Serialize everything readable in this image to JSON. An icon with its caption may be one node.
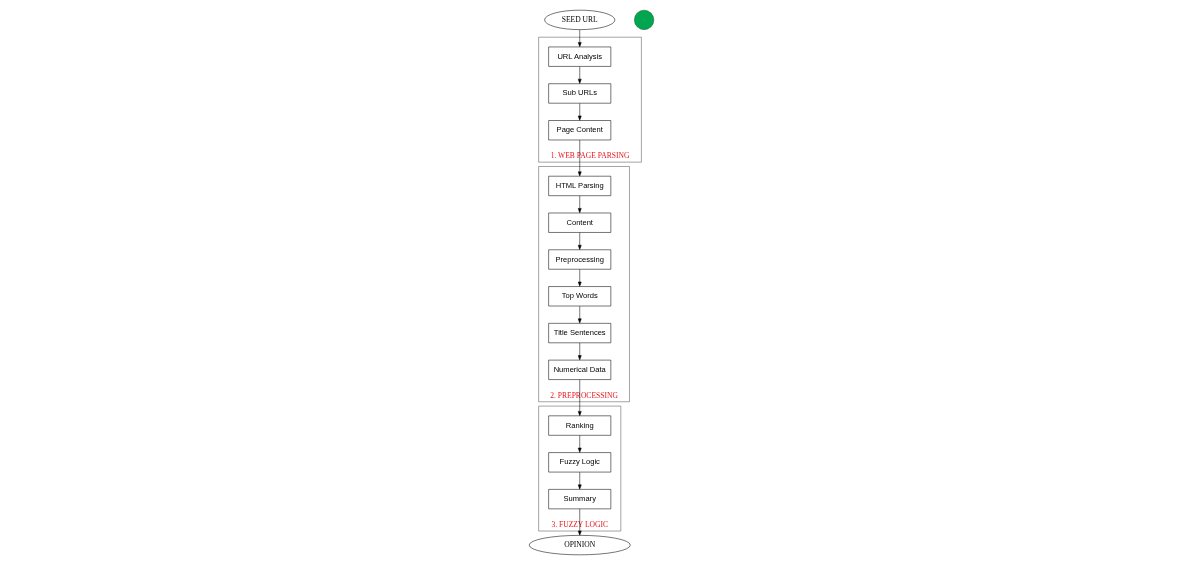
{
  "diagram": {
    "nodes": [
      {
        "text": [
          "OPINION"
        ]
      },
      {
        "text": [],
        "shape": "circle"
      },
      {
        "text": [
          "SEED URL"
        ]
      },
      {
        "text": [
          "3. FUZZY LOGIC"
        ]
      },
      {
        "text": [
          "Summary"
        ],
        "in": 3
      },
      {
        "text": [
          "Fuzzy Logic"
        ],
        "in": 3
      },
      {
        "text": [
          "Ranking"
        ],
        "in": 3
      },
      {
        "text": [
          "2. PREPROCESSING"
        ]
      },
      {
        "text": [
          "Top Words"
        ],
        "in": 7
      },
      {
        "text": [
          "Preprocessing"
        ],
        "in": 7
      },
      {
        "text": [
          "Title Sentences"
        ],
        "in": 7
      },
      {
        "text": [
          "Content"
        ],
        "in": 7
      },
      {
        "text": [
          "Numerical Data"
        ],
        "in": 7
      },
      {
        "text": [
          "HTML Parsing"
        ],
        "in": 7
      },
      {
        "text": [
          "1. WEB PAGE PARSING"
        ]
      },
      {
        "text": [
          "URL Analysis"
        ],
        "in": 14
      },
      {
        "text": [
          "Sub URLs"
        ],
        "in": 14
      },
      {
        "text": [
          "Page Content"
        ],
        "in": 14
      }
    ],
    "edges": [
      {
        "from": 2,
        "to": 15,
        "arrow": "to"
      },
      {
        "from": 15,
        "to": 16,
        "arrow": "to"
      },
      {
        "from": 16,
        "to": 17,
        "arrow": "to"
      },
      {
        "from": 17,
        "to": 13,
        "arrow": "to"
      },
      {
        "from": 13,
        "to": 11,
        "arrow": "to"
      },
      {
        "from": 11,
        "to": 9,
        "arrow": "to"
      },
      {
        "from": 9,
        "to": 8,
        "arrow": "to"
      },
      {
        "from": 8,
        "to": 10,
        "arrow": "to"
      },
      {
        "from": 10,
        "to": 12,
        "arrow": "to"
      },
      {
        "from": 12,
        "to": 6,
        "arrow": "to"
      },
      {
        "from": 6,
        "to": 5,
        "arrow": "to"
      },
      {
        "from": 5,
        "to": 4,
        "arrow": "to"
      },
      {
        "from": 4,
        "to": 0,
        "arrow": "to"
      }
    ]
  }
}
